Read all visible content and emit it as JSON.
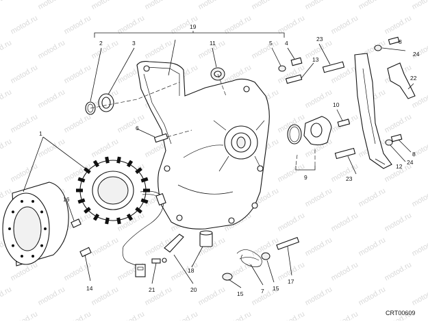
{
  "diagram": {
    "code": "CRT00609",
    "watermark": "motod.ru",
    "labels": {
      "l1": "1",
      "l2": "2",
      "l3": "3",
      "l4": "4",
      "l5": "5",
      "l6": "6",
      "l7": "7",
      "l8a": "8",
      "l8b": "8",
      "l9": "9",
      "l10": "10",
      "l11": "11",
      "l12": "12",
      "l13": "13",
      "l14": "14",
      "l15a": "15",
      "l15b": "15",
      "l16": "16",
      "l17": "17",
      "l18": "18",
      "l19": "19",
      "l20": "20",
      "l21": "21",
      "l22": "22",
      "l23a": "23",
      "l23b": "23",
      "l24a": "24",
      "l24b": "24"
    }
  }
}
